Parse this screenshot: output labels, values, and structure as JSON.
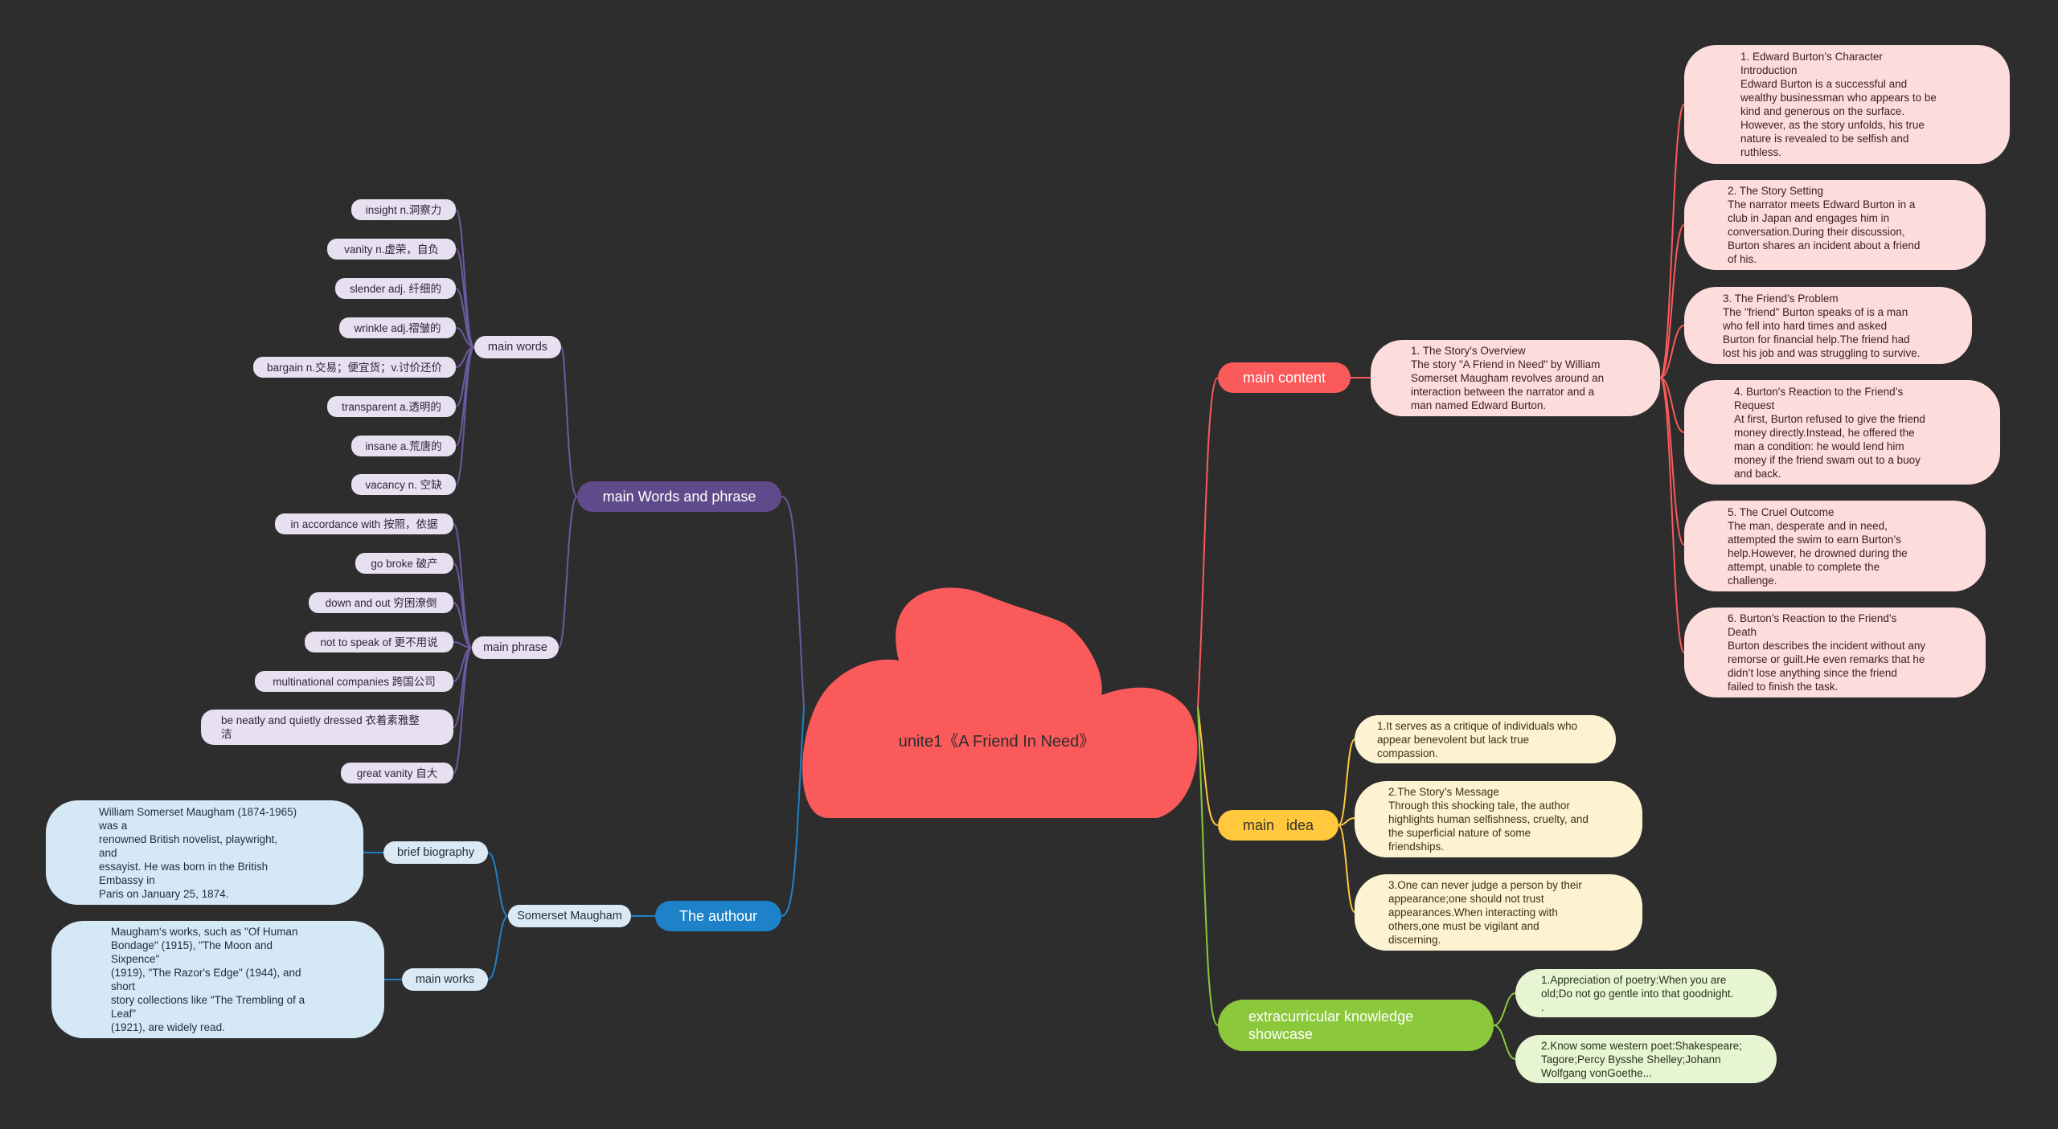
{
  "root": {
    "label": "unite1《A Friend In Need》",
    "color": "#fa5a5a"
  },
  "branches": {
    "main_content": {
      "label": "main content",
      "color": "#fa5a5a",
      "overview": "1. The Story's Overview\nThe story \"A Friend in Need\" by William\nSomerset Maugham revolves around an\ninteraction between the narrator and a\nman named Edward Burton.",
      "details": [
        "1. Edward Burton’s Character\nIntroduction\nEdward Burton is a successful and\nwealthy businessman who appears to be\nkind and generous on the surface.\nHowever, as the story unfolds, his true\nnature is revealed to be selfish and\nruthless.",
        "2. The Story Setting\nThe narrator meets Edward Burton in a\nclub in Japan and engages him in\nconversation.During their discussion,\nBurton shares an incident about a friend\nof his.",
        "3. The Friend’s Problem\nThe \"friend\" Burton speaks of is a man\nwho fell into hard times and asked\nBurton for financial help.The friend had\nlost his job and was struggling to survive.",
        "4. Burton's Reaction to the Friend’s\nRequest\nAt first, Burton refused to give the friend\nmoney directly.Instead, he offered the\nman a condition: he would lend him\nmoney if the friend swam out to a buoy\nand back.",
        "5. The Cruel Outcome\nThe man, desperate and in need,\nattempted the swim to earn Burton’s\nhelp.However, he drowned during the\nattempt, unable to complete the\nchallenge.",
        "6. Burton’s Reaction to the Friend’s\nDeath\nBurton describes the incident without any\n remorse or guilt.He even remarks that he\n didn’t lose anything since the friend\nfailed to finish the task."
      ]
    },
    "main_idea": {
      "label": "main   idea",
      "color": "#ffc83d",
      "items": [
        "1.It serves as a critique of individuals who\n appear benevolent but lack true\ncompassion.",
        " 2.The Story’s Message\nThrough this shocking tale, the author\nhighlights human selfishness, cruelty, and\n the superficial nature of some\nfriendships.",
        "3.One can never judge a person by their\nappearance;one should not trust\nappearances.When interacting with\nothers,one must be vigilant and\ndiscerning."
      ]
    },
    "extracurricular": {
      "label": "extracurricular knowledge\nshowcase",
      "color": "#8cc83c",
      "items": [
        "1.Appreciation of poetry:When you are\nold;Do not go gentle into that goodnight.\n.",
        "2.Know some western poet:Shakespeare;\nTagore;Percy Bysshe Shelley;Johann\nWolfgang vonGoethe..."
      ]
    },
    "words_phrase": {
      "label": "main Words and phrase",
      "color": "#5f4b8b",
      "words_label": "main words",
      "words": [
        "insight n.洞察力",
        "vanity n.虚荣，自负",
        "slender adj. 纤细的",
        "wrinkle adj.褶皱的",
        "bargain n.交易；便宜货；v.讨价还价",
        "transparent a.透明的",
        "insane a.荒唐的",
        "vacancy n. 空缺"
      ],
      "phrase_label": "main phrase",
      "phrases": [
        "in accordance with 按照，依据",
        "go broke 破产",
        "down and out 穷困潦倒",
        "not to speak of 更不用说",
        "multinational companies 跨国公司",
        "be neatly and quietly dressed 衣着素雅整\n洁",
        "great vanity 自大"
      ]
    },
    "author": {
      "label": "The authour",
      "color": "#1e82c8",
      "name": "Somerset Maugham",
      "bio_label": "brief biography",
      "bio": "William Somerset Maugham (1874-1965)\nwas a\nrenowned British novelist, playwright,\nand\nessayist. He was born in the British\nEmbassy in\nParis on January 25, 1874.",
      "works_label": "main works",
      "works": "Maugham's works, such as \"Of Human\nBondage\" (1915), \"The Moon and\nSixpence\"\n(1919), \"The Razor's Edge\" (1944), and\nshort\nstory collections like \"The Trembling of a\nLeaf\"\n(1921), are widely read."
    }
  }
}
